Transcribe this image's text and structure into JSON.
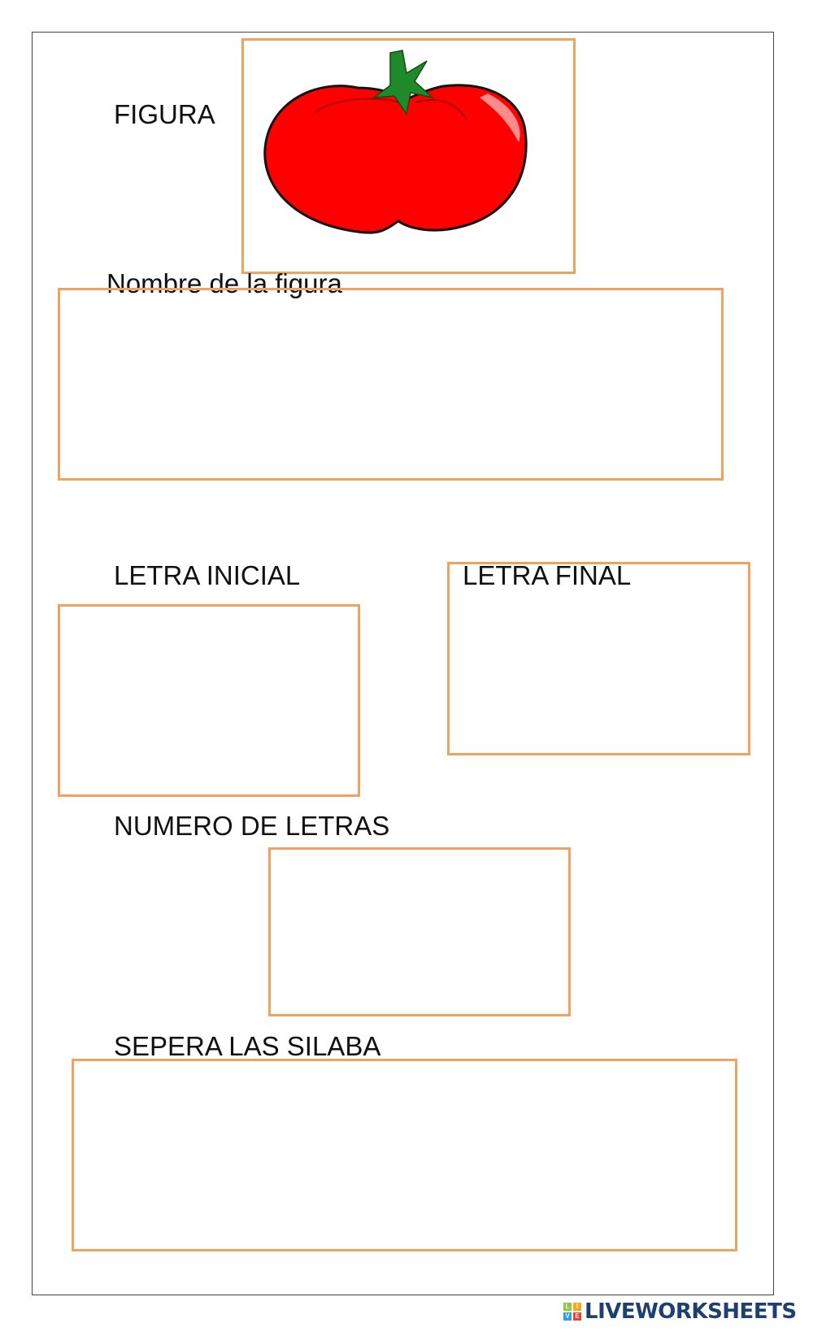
{
  "worksheet": {
    "figure_label": "FIGURA",
    "figure_image": "tomato",
    "name_label": "Nombre de la figura",
    "initial_letter_label": "LETRA INICIAL",
    "final_letter_label": "LETRA FINAL",
    "letter_count_label": "NUMERO DE LETRAS",
    "syllables_label": "SEPERA LAS SILABA"
  },
  "answers": {
    "name": "",
    "initial_letter": "",
    "final_letter": "",
    "letter_count": "",
    "syllables": ""
  },
  "brand": {
    "name": "LIVEWORKSHEETS",
    "tile_letters": [
      "L",
      "I",
      "V",
      "E"
    ],
    "tile_colors": [
      "#8dc63f",
      "#f7a823",
      "#2e9fd8",
      "#e8412c"
    ],
    "text_color": "#1d3f73"
  },
  "colors": {
    "box_border": "#f0a35e",
    "tomato": "#ff0000",
    "stem": "#1f8a2a"
  }
}
